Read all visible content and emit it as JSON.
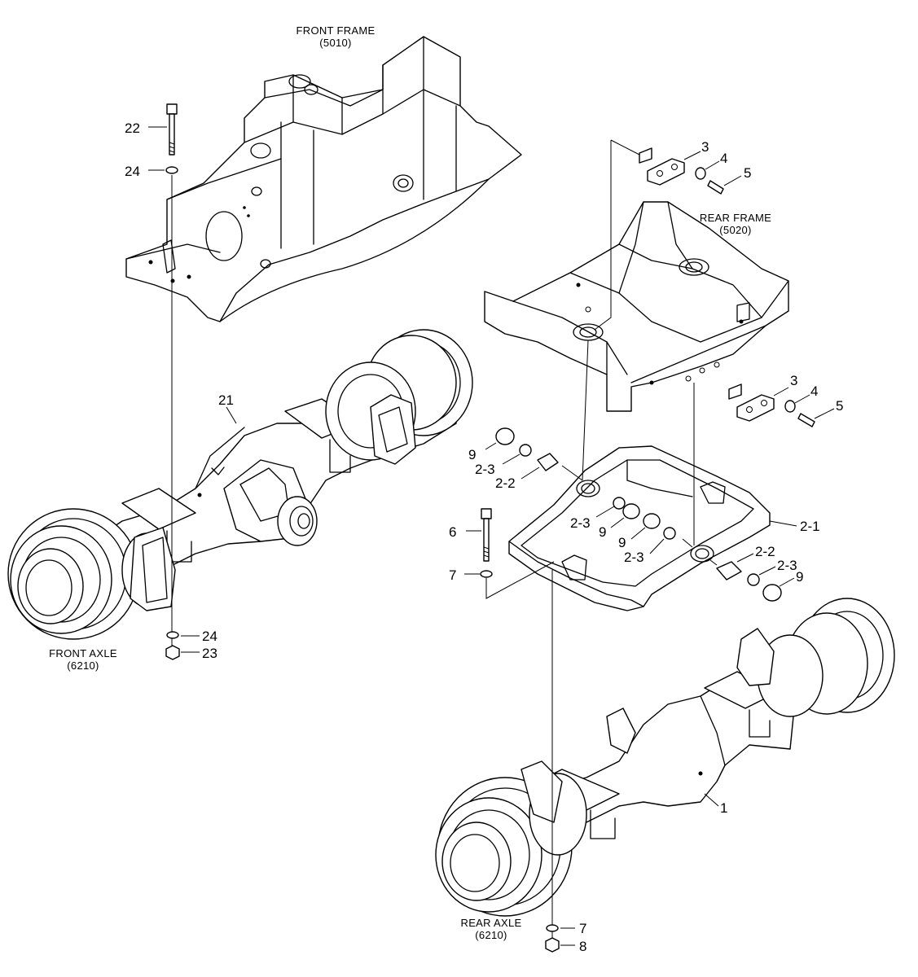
{
  "assemblies": {
    "front_frame": {
      "name": "FRONT FRAME",
      "code": "(5010)"
    },
    "rear_frame": {
      "name": "REAR FRAME",
      "code": "(5020)"
    },
    "front_axle": {
      "name": "FRONT AXLE",
      "code": "(6210)"
    },
    "rear_axle": {
      "name": "REAR AXLE",
      "code": "(6210)"
    }
  },
  "callouts": {
    "p22": "22",
    "p24_top": "24",
    "p21": "21",
    "p24_bottom": "24",
    "p23": "23",
    "p3_top": "3",
    "p4_top": "4",
    "p5_top": "5",
    "p3_mid": "3",
    "p4_mid": "4",
    "p5_mid": "5",
    "p9_a": "9",
    "p2_3_a": "2-3",
    "p2_2_a": "2-2",
    "p2_3_b": "2-3",
    "p9_b": "9",
    "p9_c": "9",
    "p2_3_c": "2-3",
    "p2_1": "2-1",
    "p2_2_b": "2-2",
    "p2_3_d": "2-3",
    "p9_d": "9",
    "p6": "6",
    "p7_top": "7",
    "p1": "1",
    "p7_bottom": "7",
    "p8": "8"
  }
}
